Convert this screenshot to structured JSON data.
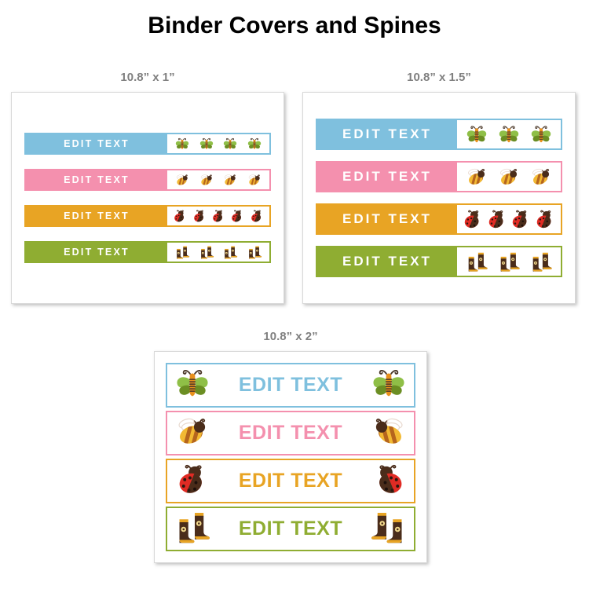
{
  "page": {
    "title": "Binder Covers and Spines",
    "background": "#ffffff",
    "label_color": "#808080"
  },
  "theme_colors": {
    "blue": "#7FC0DE",
    "pink": "#F490AE",
    "orange": "#E8A424",
    "green": "#8FAD32"
  },
  "icon_palette": {
    "butterfly_wing_dark": "#6B8E23",
    "butterfly_wing_light": "#8FBF47",
    "butterfly_body": "#E8901C",
    "butterfly_stripe": "#4A3728",
    "bee_body_light": "#F2B933",
    "bee_body_dark": "#B5651D",
    "bee_head": "#4A2C1A",
    "bee_wing": "#FFFFFF",
    "ladybug_red": "#E02B24",
    "ladybug_dark": "#4A2C1A",
    "boot_brown": "#4A2C1A",
    "boot_gold": "#E8A424",
    "boot_flower": "#F2D98C"
  },
  "cards": [
    {
      "id": "card-1",
      "size_label": "10.8” x 1”",
      "style": "compact",
      "spines": [
        {
          "text": "EDIT TEXT",
          "color_key": "blue",
          "color": "#7FC0DE",
          "icon": "butterfly-icon",
          "icon_count": 4
        },
        {
          "text": "EDIT TEXT",
          "color_key": "pink",
          "color": "#F490AE",
          "icon": "bee-icon",
          "icon_count": 4
        },
        {
          "text": "EDIT TEXT",
          "color_key": "orange",
          "color": "#E8A424",
          "icon": "ladybug-icon",
          "icon_count": 5
        },
        {
          "text": "EDIT TEXT",
          "color_key": "green",
          "color": "#8FAD32",
          "icon": "boots-icon",
          "icon_count": 4
        }
      ]
    },
    {
      "id": "card-2",
      "size_label": "10.8” x 1.5”",
      "style": "medium",
      "spines": [
        {
          "text": "EDIT TEXT",
          "color_key": "blue",
          "color": "#7FC0DE",
          "icon": "butterfly-icon",
          "icon_count": 3
        },
        {
          "text": "EDIT TEXT",
          "color_key": "pink",
          "color": "#F490AE",
          "icon": "bee-icon",
          "icon_count": 3
        },
        {
          "text": "EDIT TEXT",
          "color_key": "orange",
          "color": "#E8A424",
          "icon": "ladybug-icon",
          "icon_count": 4
        },
        {
          "text": "EDIT TEXT",
          "color_key": "green",
          "color": "#8FAD32",
          "icon": "boots-icon",
          "icon_count": 3
        }
      ]
    },
    {
      "id": "card-3",
      "size_label": "10.8” x 2”",
      "style": "tall",
      "spines": [
        {
          "text": "EDIT TEXT",
          "color_key": "blue",
          "color": "#7FC0DE",
          "icon": "butterfly-icon",
          "icon_count": 2
        },
        {
          "text": "EDIT TEXT",
          "color_key": "pink",
          "color": "#F490AE",
          "icon": "bee-icon",
          "icon_count": 2
        },
        {
          "text": "EDIT TEXT",
          "color_key": "orange",
          "color": "#E8A424",
          "icon": "ladybug-icon",
          "icon_count": 2
        },
        {
          "text": "EDIT TEXT",
          "color_key": "green",
          "color": "#8FAD32",
          "icon": "boots-icon",
          "icon_count": 2
        }
      ]
    }
  ]
}
